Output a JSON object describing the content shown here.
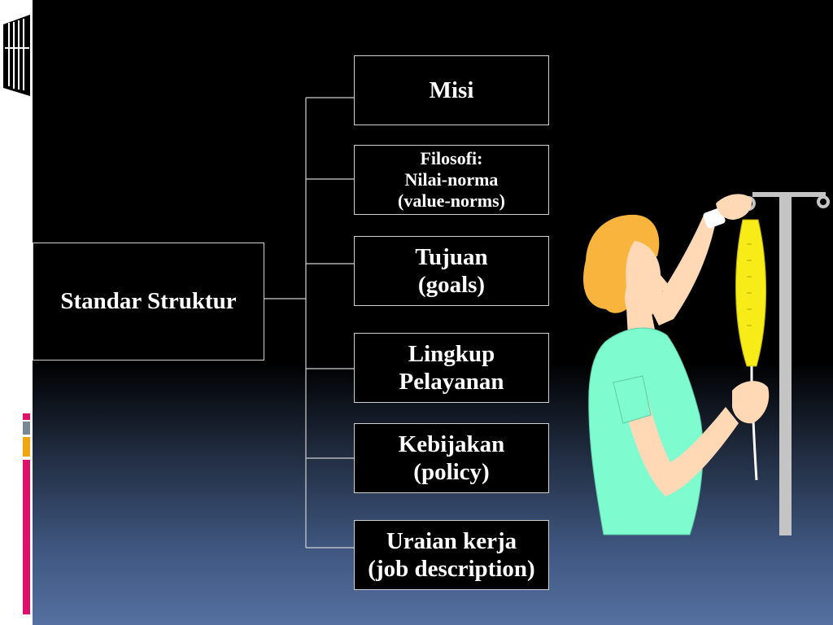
{
  "diagram": {
    "root": {
      "label": "Standar Struktur"
    },
    "children": [
      {
        "label": "Misi"
      },
      {
        "label": "Filosofi:\nNilai-norma\n(value-norms)"
      },
      {
        "label": "Tujuan\n(goals)"
      },
      {
        "label": "Lingkup\nPelayanan"
      },
      {
        "label": "Kebijakan\n(policy)"
      },
      {
        "label": "Uraian kerja\n(job description)"
      }
    ]
  },
  "colors": {
    "background_top": "#000000",
    "background_bottom": "#5570a0",
    "box_border": "#d0d0d0",
    "text": "#ffffff",
    "accent_pink": "#e0106a",
    "accent_orange": "#f2a60c",
    "accent_gray": "#7a8794"
  },
  "icons": {
    "window_logo": "window-grid-icon",
    "nurse_illustration": "nurse-iv-illustration"
  }
}
